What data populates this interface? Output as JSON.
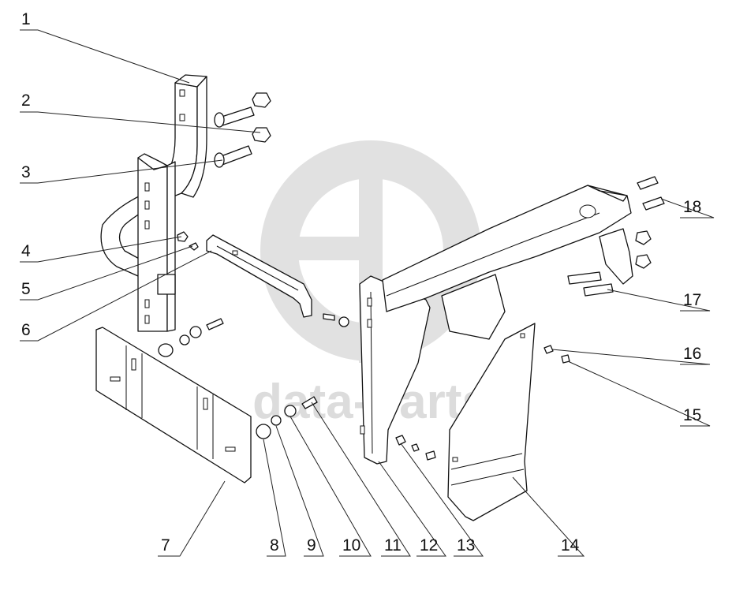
{
  "watermark": {
    "text": "data-parts",
    "color": "#d9d9d9"
  },
  "callouts": [
    {
      "id": "1",
      "label": "1"
    },
    {
      "id": "2",
      "label": "2"
    },
    {
      "id": "3",
      "label": "3"
    },
    {
      "id": "4",
      "label": "4"
    },
    {
      "id": "5",
      "label": "5"
    },
    {
      "id": "6",
      "label": "6"
    },
    {
      "id": "7",
      "label": "7"
    },
    {
      "id": "8",
      "label": "8"
    },
    {
      "id": "9",
      "label": "9"
    },
    {
      "id": "10",
      "label": "10"
    },
    {
      "id": "11",
      "label": "11"
    },
    {
      "id": "12",
      "label": "12"
    },
    {
      "id": "13",
      "label": "13"
    },
    {
      "id": "14",
      "label": "14"
    },
    {
      "id": "15",
      "label": "15"
    },
    {
      "id": "16",
      "label": "16"
    },
    {
      "id": "17",
      "label": "17"
    },
    {
      "id": "18",
      "label": "18"
    }
  ],
  "colors": {
    "line": "#111111",
    "background": "#ffffff"
  }
}
